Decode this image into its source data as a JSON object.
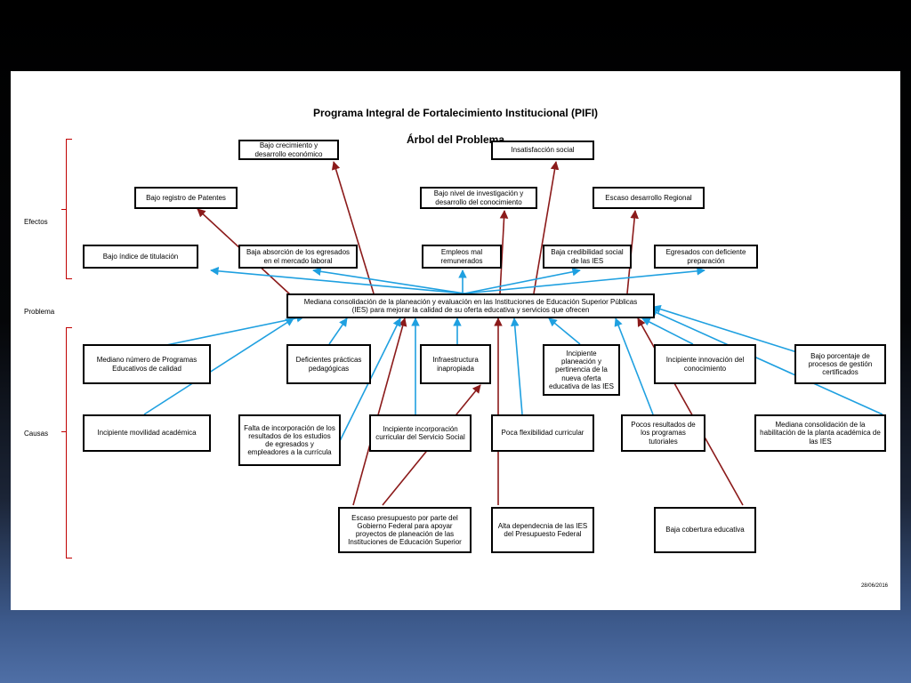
{
  "title": "Programa Integral de Fortalecimiento Institucional (PIFI)",
  "subtitle": "Árbol del Problema",
  "date": "28/06/2016",
  "colors": {
    "effect_arrow": "#8b1a1a",
    "cause_arrow": "#1fa0e0",
    "brace": "#c00000"
  },
  "sections": {
    "effects": "Efectos",
    "problem": "Problema",
    "causes": "Causas"
  },
  "problem": "Mediana consolidación de la planeación y evaluación en las Instituciones de Educación Superior Públicas (IES) para mejorar la calidad de su oferta educativa y servicios que ofrecen",
  "effects": [
    "Bajo crecimiento y desarrollo económico",
    "Insatisfacción social",
    "Bajo registro de Patentes",
    "Bajo nivel de investigación y desarrollo del conocimiento",
    "Escaso desarrollo Regional",
    "Bajo índice de titulación",
    "Baja absorción de los egresados en el mercado laboral",
    "Empleos mal remunerados",
    "Baja credibilidad social de las IES",
    "Egresados con deficiente preparación"
  ],
  "causes": [
    "Mediano número de Programas Educativos de calidad",
    "Deficientes prácticas pedagógicas",
    "Infraestructura inapropiada",
    "Incipiente planeación y pertinencia de la nueva oferta educativa de las IES",
    "Incipiente innovación del conocimiento",
    "Bajo porcentaje de procesos de gestión certificados",
    "Incipiente movilidad académica",
    "Falta de incorporación de los resultados de los estudios de egresados y empleadores a la currícula",
    "Incipiente incorporación curricular del Servicio Social",
    "Poca flexibilidad curricular",
    "Pocos resultados de los programas tutoriales",
    "Mediana consolidación de la habilitación de la planta académica de las IES",
    "Escaso presupuesto por parte del Gobierno Federal para apoyar proyectos de planeación de las Instituciones de Educación Superior",
    "Alta dependecnia de las IES del Presupuesto Federal",
    "Baja cobertura educativa"
  ]
}
